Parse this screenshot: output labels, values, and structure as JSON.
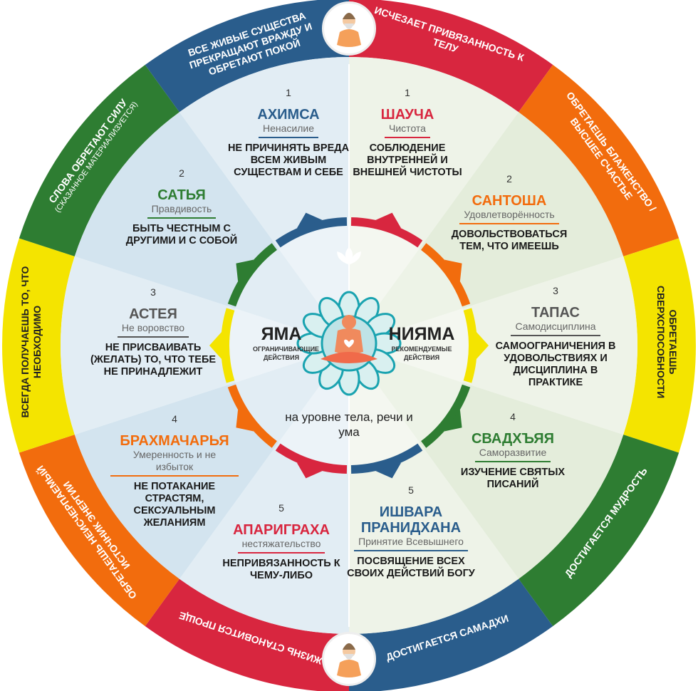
{
  "colors": {
    "blue": "#2a5d8c",
    "red": "#d8263f",
    "orange": "#f26c0d",
    "yellow": "#f4e400",
    "green": "#2e7d32",
    "gray": "#555555",
    "yama_bg": "#d3e4ef",
    "yama_bg_alt": "#e2edf4",
    "niyama_bg": "#e4eddb",
    "niyama_bg_alt": "#eef3e8"
  },
  "outer_ring": [
    {
      "text": "Исчезает привязанность к телу",
      "small": "",
      "color": "red"
    },
    {
      "text": "Обретаешь блаженство / высшее счастье",
      "small": "",
      "color": "orange"
    },
    {
      "text": "Обретаешь сверхспособности",
      "small": "",
      "color": "yellow"
    },
    {
      "text": "Достигается мудрость",
      "small": "",
      "color": "green"
    },
    {
      "text": "Достигается самадхи",
      "small": "",
      "color": "blue"
    },
    {
      "text": "Жизнь становится проще",
      "small": "",
      "color": "red"
    },
    {
      "text": "Обретаешь неисчерпаемый источник энергии",
      "small": "",
      "color": "orange"
    },
    {
      "text": "Всегда получаешь то, что необходимо",
      "small": "",
      "color": "yellow"
    },
    {
      "text": "Слова обретают силу",
      "small": "(сказанное материализуется)",
      "color": "green"
    },
    {
      "text": "Все живые существа прекращают вражду и обретают покой",
      "small": "",
      "color": "blue"
    }
  ],
  "yama": {
    "title": "ЯМА",
    "subtitle": "ограничивающие действия",
    "items": [
      {
        "num": "1",
        "title": "АХИМСА",
        "sub": "Ненасилие",
        "desc": "Не причинять вреда всем живым существам и себе",
        "color": "blue"
      },
      {
        "num": "2",
        "title": "САТЬЯ",
        "sub": "Правдивость",
        "desc": "Быть честным с другими и с собой",
        "color": "green"
      },
      {
        "num": "3",
        "title": "АСТЕЯ",
        "sub": "Не воровство",
        "desc": "Не присваивать (желать) то, что тебе не принадлежит",
        "color": "gray"
      },
      {
        "num": "4",
        "title": "БРАХМАЧАРЬЯ",
        "sub": "Умеренность и не избыток",
        "desc": "Не потакание страстям, сексуальным желаниям",
        "color": "orange"
      },
      {
        "num": "5",
        "title": "АПАРИГРАХА",
        "sub": "нестяжательство",
        "desc": "Непривязанность к чему-либо",
        "color": "red"
      }
    ]
  },
  "niyama": {
    "title": "НИЯМА",
    "subtitle": "рекомендуемые действия",
    "items": [
      {
        "num": "1",
        "title": "ШАУЧА",
        "sub": "Чистота",
        "desc": "Соблюдение внутренней и внешней чистоты",
        "color": "red"
      },
      {
        "num": "2",
        "title": "САНТОША",
        "sub": "Удовлетворённость",
        "desc": "Довольствоваться тем, что имеешь",
        "color": "orange"
      },
      {
        "num": "3",
        "title": "ТАПАС",
        "sub": "Самодисциплина",
        "desc": "Самоограничения в удовольствиях и дисциплина в практике",
        "color": "gray"
      },
      {
        "num": "4",
        "title": "СВАДХЪЯЯ",
        "sub": "Саморазвитие",
        "desc": "Изучение святых писаний",
        "color": "green"
      },
      {
        "num": "5",
        "title": "ИШВАРА ПРАНИДХАНА",
        "sub": "Принятие Всевышнего",
        "desc": "Посвящение всех своих действий Богу",
        "color": "blue"
      }
    ]
  },
  "center_note": "на уровне тела, речи и ума"
}
